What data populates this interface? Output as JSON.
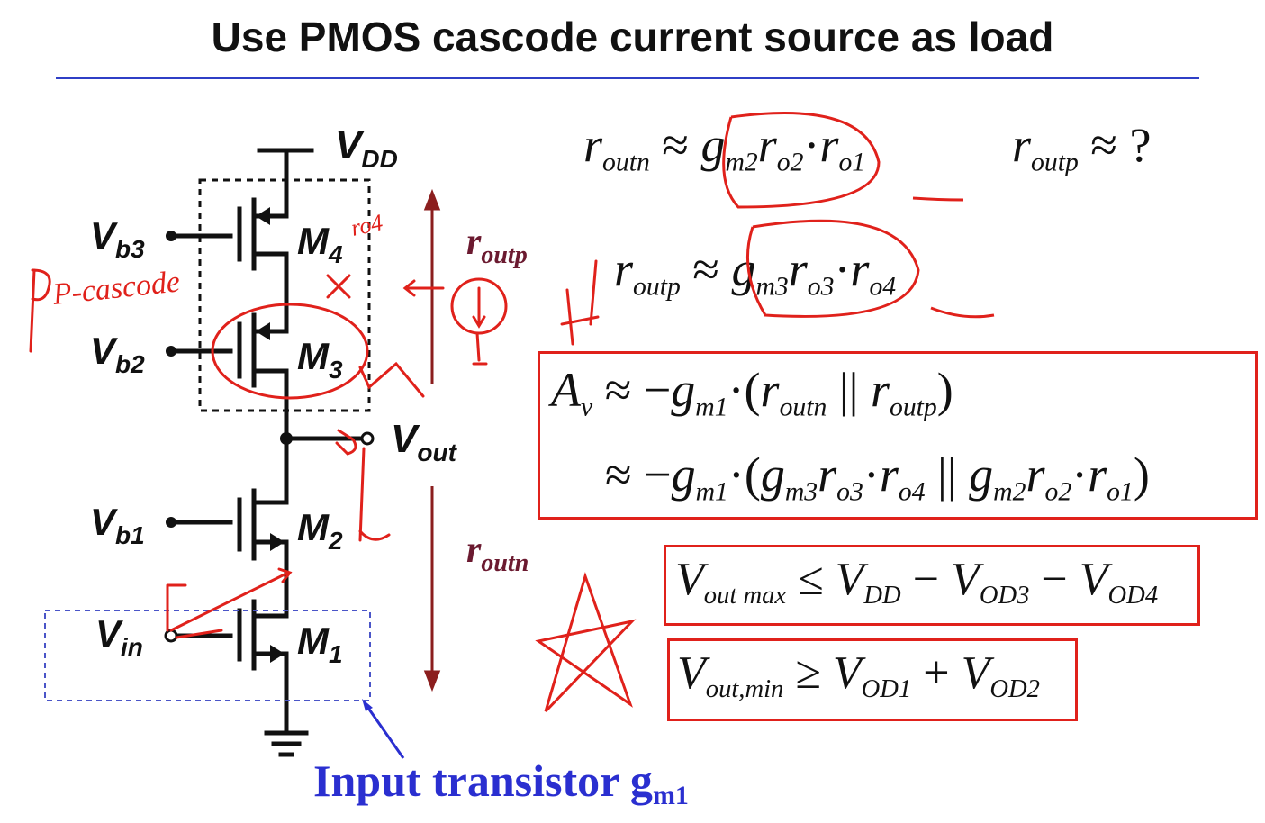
{
  "slide": {
    "title": "Use PMOS cascode current source as load",
    "caption_main": "Input  transistor g",
    "caption_sub": "m1"
  },
  "circuit": {
    "supply": "V",
    "supply_sub": "DD",
    "transistors": [
      {
        "name": "M",
        "sub": "4",
        "bias": "V",
        "bias_sub": "b3"
      },
      {
        "name": "M",
        "sub": "3",
        "bias": "V",
        "bias_sub": "b2"
      },
      {
        "name": "M",
        "sub": "2",
        "bias": "V",
        "bias_sub": "b1"
      },
      {
        "name": "M",
        "sub": "1",
        "bias": "V",
        "bias_sub": "in"
      }
    ],
    "output": "V",
    "output_sub": "out",
    "r_up": "r",
    "r_up_sub": "outp",
    "r_down": "r",
    "r_down_sub": "outn"
  },
  "equations": {
    "e1": {
      "lhs": "r",
      "lhs_sub": "outn",
      "rel": "≈",
      "t1": "g",
      "t1s": "m2",
      "t2": "r",
      "t2s": "o2",
      "dot": "·",
      "t3": "r",
      "t3s": "o1"
    },
    "e2": {
      "lhs": "r",
      "lhs_sub": "outp",
      "rel": "≈",
      "rhs": "?"
    },
    "e3": {
      "lhs": "r",
      "lhs_sub": "outp",
      "rel": "≈",
      "t1": "g",
      "t1s": "m3",
      "t2": "r",
      "t2s": "o3",
      "dot": "·",
      "t3": "r",
      "t3s": "o4"
    },
    "gain1": {
      "lhs": "A",
      "lhs_sub": "v",
      "rel": "≈ −",
      "g": "g",
      "gs": "m1",
      "mid": "·(",
      "a": "r",
      "as": "outn",
      "par": " || ",
      "b": "r",
      "bs": "outp",
      "end": ")"
    },
    "gain2": {
      "rel": "≈ −",
      "g": "g",
      "gs": "m1",
      "mid": "·(",
      "a1": "g",
      "a1s": "m3",
      "a2": "r",
      "a2s": "o3",
      "d1": "·",
      "a3": "r",
      "a3s": "o4",
      "par": " || ",
      "b1": "g",
      "b1s": "m2",
      "b2": "r",
      "b2s": "o2",
      "d2": "·",
      "b3": "r",
      "b3s": "o1",
      "end": ")"
    },
    "vmax": {
      "v": "V",
      "vs": "out max",
      "rel": " ≤ ",
      "a": "V",
      "as": "DD",
      "m1": " − ",
      "b": "V",
      "bs": "OD3",
      "m2": " − ",
      "c": "V",
      "cs": "OD4"
    },
    "vmin": {
      "v": "V",
      "vs": "out,min",
      "rel": " ≥ ",
      "a": "V",
      "as": "OD1",
      "p": " + ",
      "b": "V",
      "bs": "OD2"
    }
  },
  "annotations": {
    "p_cascode": "P-cascode",
    "r_o4": "ro4",
    "mark_x": "×"
  },
  "colors": {
    "rule": "#2f3fc6",
    "box": "#e0211b",
    "ink": "#e0211b",
    "arrow": "#8b1e1e",
    "caption": "#2a2fd0",
    "resistance_label": "#6b1a30",
    "dashed_blue": "#4a55c8"
  }
}
